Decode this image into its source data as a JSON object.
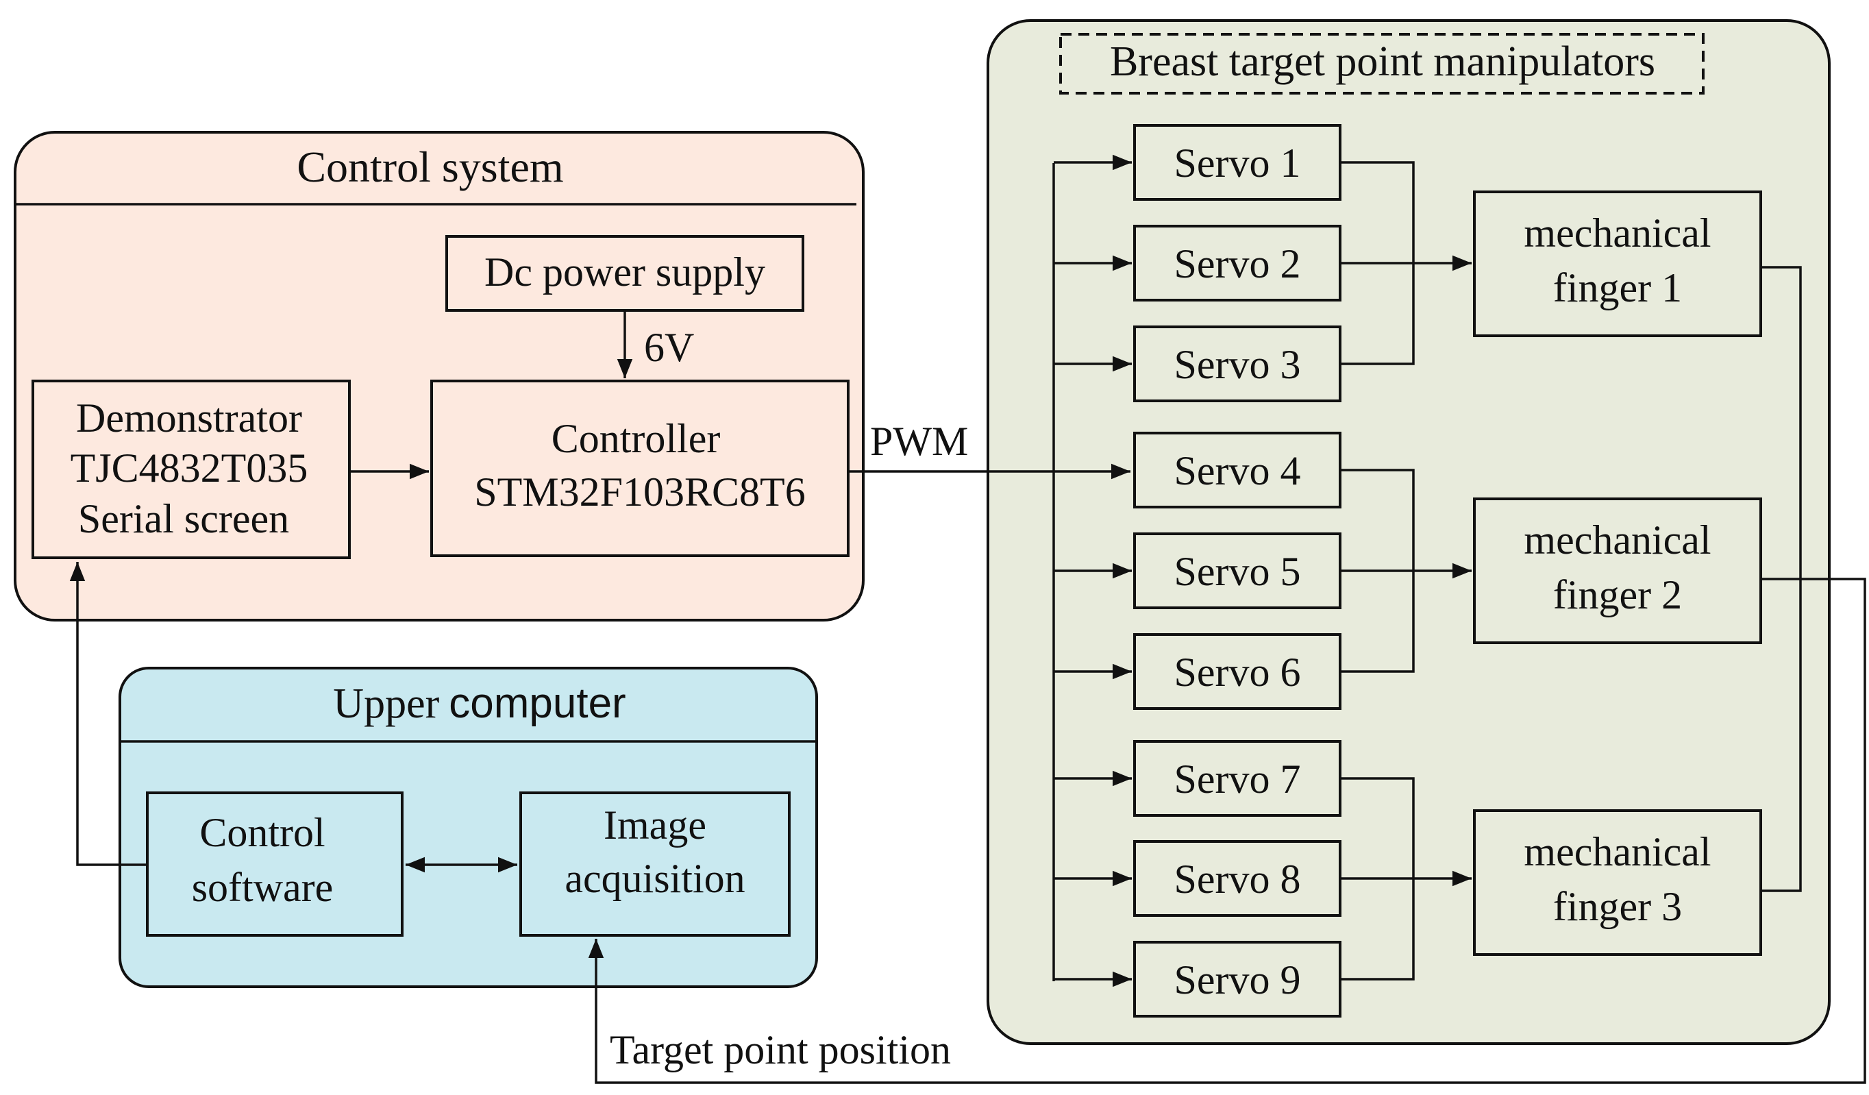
{
  "colors": {
    "control_system_bg": "#fde9df",
    "upper_computer_bg": "#c9e9f0",
    "manipulators_bg": "#e8ebdc",
    "line": "#111111"
  },
  "control_system": {
    "title": "Control system",
    "dc_power": "Dc power supply",
    "voltage": "6V",
    "demonstrator": [
      "Demonstrator",
      "TJC4832T035",
      "Serial screen"
    ],
    "controller": [
      "Controller",
      "STM32F103RC8T6"
    ]
  },
  "signal": {
    "pwm": "PWM",
    "target": "Target point position"
  },
  "upper_computer": {
    "title_part1": "Upper",
    "title_part2": "computer",
    "control_software": [
      "Control",
      "software"
    ],
    "image_acquisition": [
      "Image",
      "acquisition"
    ]
  },
  "manipulators": {
    "title": "Breast target point manipulators",
    "servos": [
      "Servo 1",
      "Servo 2",
      "Servo 3",
      "Servo 4",
      "Servo 5",
      "Servo 6",
      "Servo 7",
      "Servo 8",
      "Servo 9"
    ],
    "fingers": [
      [
        "mechanical",
        "finger 1"
      ],
      [
        "mechanical",
        "finger 2"
      ],
      [
        "mechanical",
        "finger 3"
      ]
    ]
  }
}
